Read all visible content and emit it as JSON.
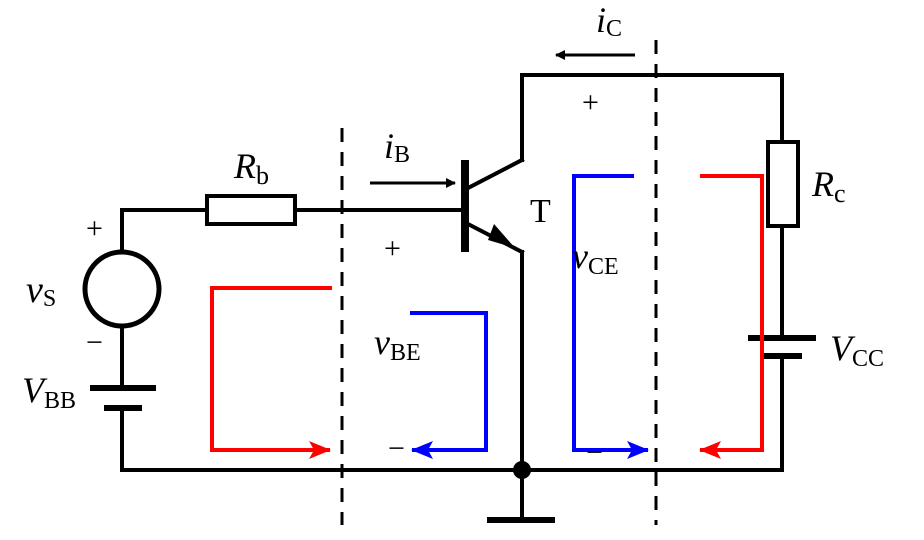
{
  "labels": {
    "ic_var": "i",
    "ic_sub": "C",
    "ib_var": "i",
    "ib_sub": "B",
    "rb_var": "R",
    "rb_sub": "b",
    "rc_var": "R",
    "rc_sub": "c",
    "vs_var": "v",
    "vs_sub": "S",
    "vbb_var": "V",
    "vbb_sub": "BB",
    "vcc_var": "V",
    "vcc_sub": "CC",
    "vbe_var": "v",
    "vbe_sub": "BE",
    "vce_var": "v",
    "vce_sub": "CE",
    "transistor": "T"
  },
  "signs": {
    "plus": "+",
    "minus": "−"
  },
  "colors": {
    "input_loop": "#ff0000",
    "output_loop": "#ff0000",
    "vbe_loop": "#0000ff",
    "vce_loop": "#0000ff"
  }
}
